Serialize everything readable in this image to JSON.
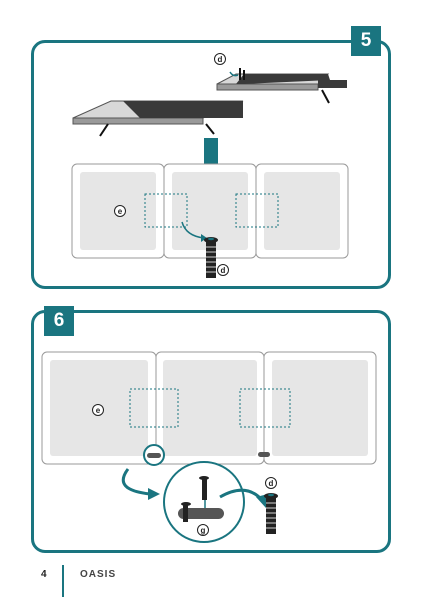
{
  "steps": [
    {
      "number": "5"
    },
    {
      "number": "6"
    }
  ],
  "labels": {
    "part_d": "d",
    "part_e": "e",
    "part_g": "g"
  },
  "footer": {
    "page_number": "4",
    "brand": "OASIS"
  },
  "colors": {
    "accent": "#1a7580",
    "panel": "#e6e6e6",
    "outline": "#999999"
  }
}
